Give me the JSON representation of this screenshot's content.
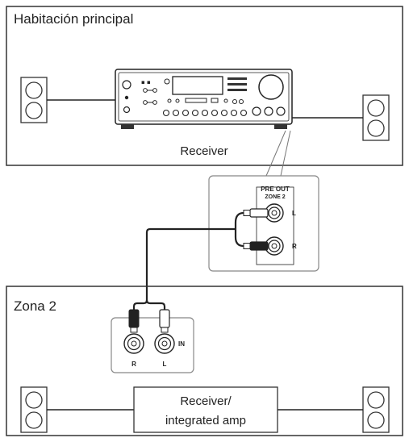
{
  "rooms": {
    "main": {
      "title": "Habitación principal",
      "device_label": "Receiver"
    },
    "zone2": {
      "title": "Zona 2",
      "device_label_line1": "Receiver/",
      "device_label_line2": "integrated amp"
    }
  },
  "preout_callout": {
    "title_line1": "PRE OUT",
    "title_line2": "ZONE 2",
    "jack_l": "L",
    "jack_r": "R"
  },
  "zone2_inputs": {
    "jack_r": "R",
    "jack_l": "L",
    "in_label": "IN"
  }
}
